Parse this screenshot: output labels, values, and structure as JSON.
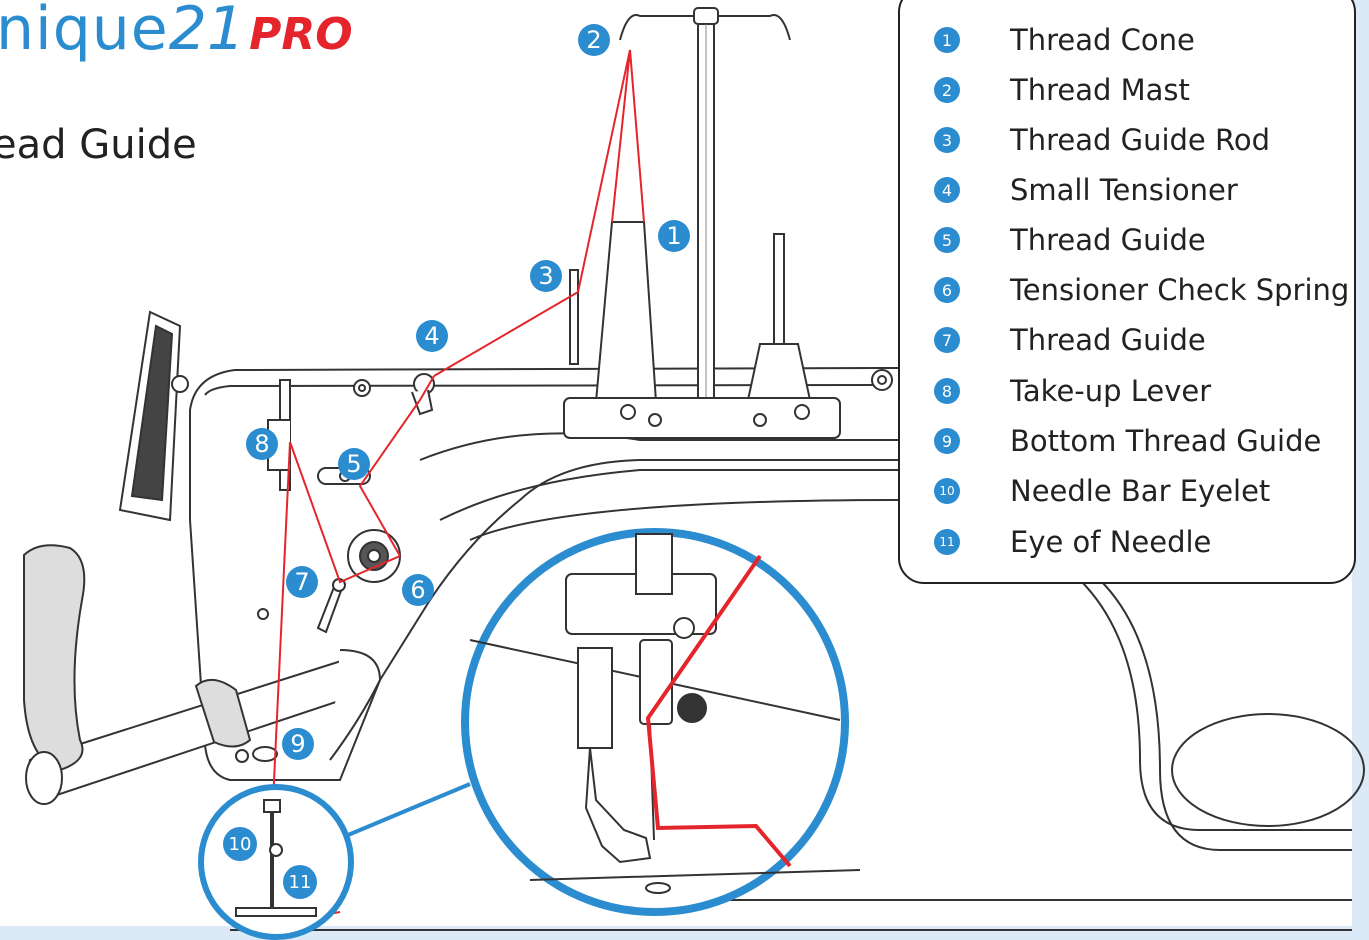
{
  "header": {
    "logo_main": "nique",
    "logo_number": "21",
    "logo_pro": "PRO",
    "title": "ead Guide"
  },
  "legend": {
    "items": [
      {
        "number": "1",
        "label": "Thread Cone"
      },
      {
        "number": "2",
        "label": "Thread Mast"
      },
      {
        "number": "3",
        "label": "Thread Guide Rod"
      },
      {
        "number": "4",
        "label": "Small Tensioner"
      },
      {
        "number": "5",
        "label": "Thread Guide"
      },
      {
        "number": "6",
        "label": "Tensioner Check Spring"
      },
      {
        "number": "7",
        "label": "Thread Guide"
      },
      {
        "number": "8",
        "label": "Take-up Lever"
      },
      {
        "number": "9",
        "label": "Bottom Thread Guide"
      },
      {
        "number": "10",
        "label": "Needle Bar Eyelet"
      },
      {
        "number": "11",
        "label": "Eye of Needle"
      }
    ]
  },
  "callouts": [
    "1",
    "2",
    "3",
    "4",
    "5",
    "6",
    "7",
    "8",
    "9",
    "10",
    "11"
  ],
  "colors": {
    "accent_blue": "#2b8ccf",
    "thread_red": "#e4262c",
    "outline": "#222222",
    "background_blue": "#dbeaf6"
  }
}
